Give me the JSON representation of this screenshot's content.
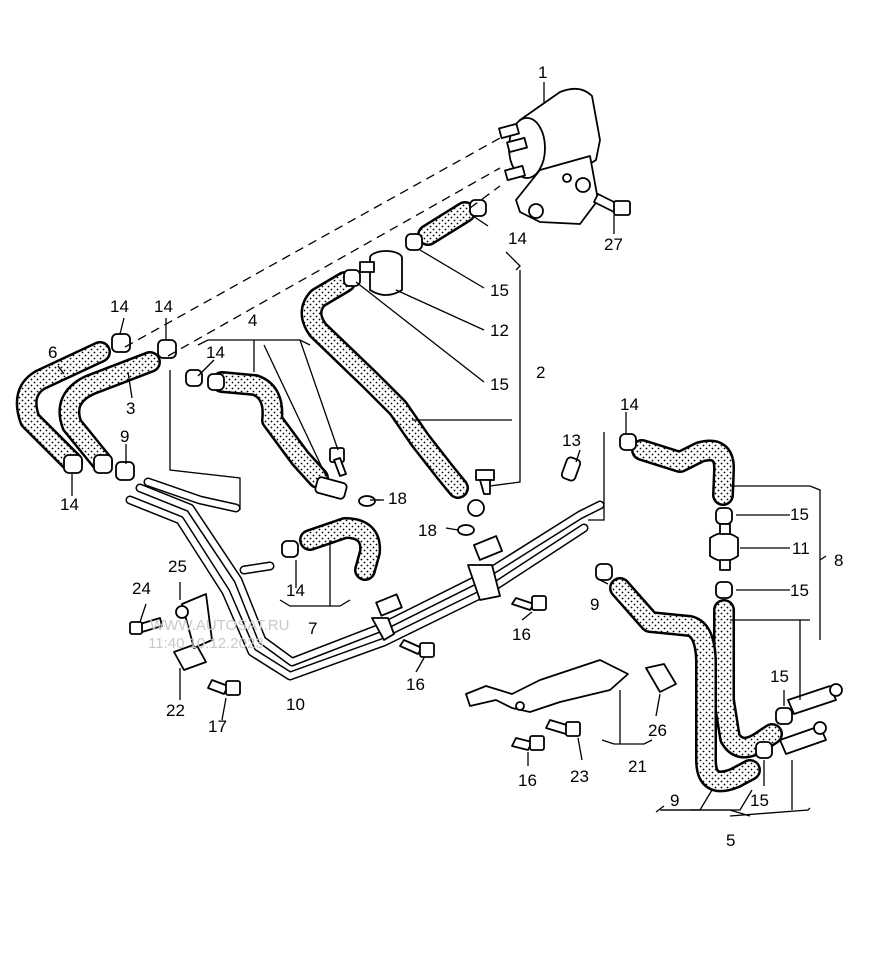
{
  "labels": {
    "l1": "1",
    "l2": "2",
    "l3": "3",
    "l4": "4",
    "l5": "5",
    "l6": "6",
    "l7": "7",
    "l8": "8",
    "l9a": "9",
    "l9b": "9",
    "l9c": "9",
    "l10": "10",
    "l11": "11",
    "l12": "12",
    "l13": "13",
    "l14a": "14",
    "l14b": "14",
    "l14c": "14",
    "l14d": "14",
    "l14e": "14",
    "l14f": "14",
    "l14g": "14",
    "l15a": "15",
    "l15b": "15",
    "l15c": "15",
    "l15d": "15",
    "l15e": "15",
    "l15f": "15",
    "l16a": "16",
    "l16b": "16",
    "l16c": "16",
    "l17": "17",
    "l18a": "18",
    "l18b": "18",
    "l21": "21",
    "l22": "22",
    "l23": "23",
    "l24": "24",
    "l25": "25",
    "l26": "26",
    "l27": "27"
  },
  "watermark": {
    "line1": "WWW.AUTOSAT.RU",
    "line2": "11:40 10.12.2023"
  }
}
